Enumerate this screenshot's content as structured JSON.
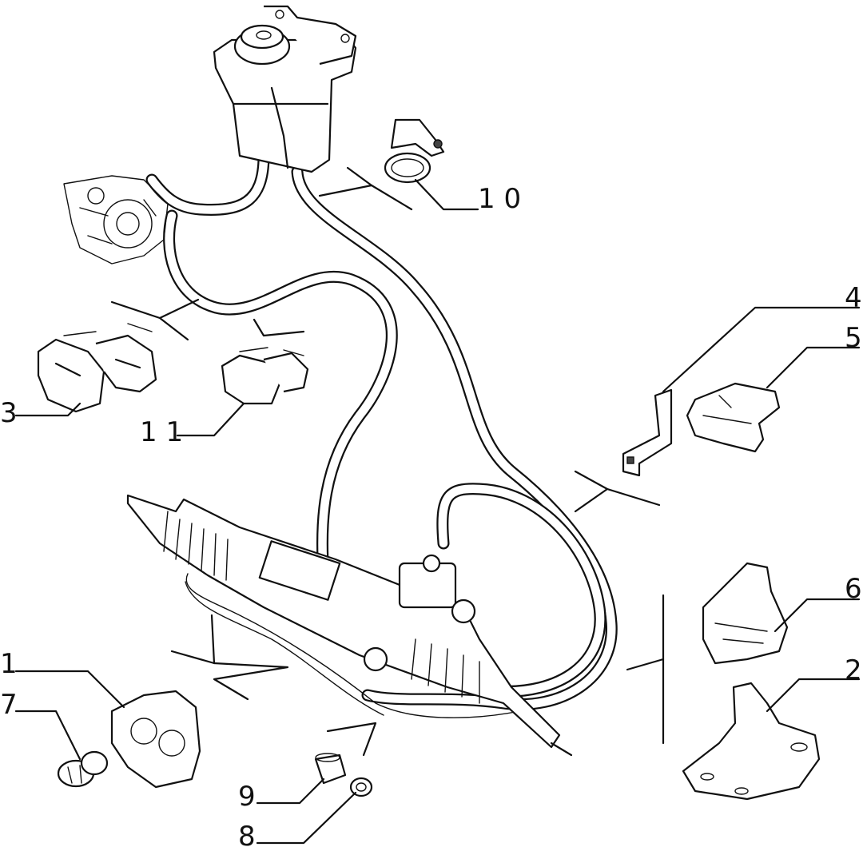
{
  "diagram": {
    "callouts": [
      {
        "id": "callout-1",
        "number": "1"
      },
      {
        "id": "callout-2",
        "number": "2"
      },
      {
        "id": "callout-3",
        "number": "3"
      },
      {
        "id": "callout-4",
        "number": "4"
      },
      {
        "id": "callout-5",
        "number": "5"
      },
      {
        "id": "callout-6",
        "number": "6"
      },
      {
        "id": "callout-7",
        "number": "7"
      },
      {
        "id": "callout-8",
        "number": "8"
      },
      {
        "id": "callout-9",
        "number": "9"
      },
      {
        "id": "callout-10",
        "number": "1 0"
      },
      {
        "id": "callout-11",
        "number": "1 1"
      }
    ],
    "colors": {
      "line": "#111111",
      "background": "#ffffff"
    }
  }
}
